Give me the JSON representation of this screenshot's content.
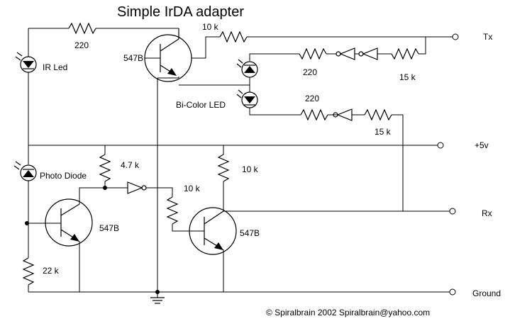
{
  "title": "Simple IrDA adapter",
  "labels": {
    "r_ir": "220",
    "r_tx_base": "10 k",
    "q1": "547B",
    "ir_led": "IR Led",
    "r_led_red": "220",
    "r_tx_in": "15 k",
    "bicolor_led": "Bi-Color LED",
    "r_led_green": "220",
    "r_rx_in": "15 k",
    "photo_diode": "Photo Diode",
    "r_pullup": "4.7 k",
    "r_q3_collector": "10 k",
    "r_q3_base": "10 k",
    "q2": "547B",
    "q3": "547B",
    "r_pd": "22 k"
  },
  "terminals": {
    "tx": "Tx",
    "vcc": "+5v",
    "rx": "Rx",
    "ground": "Ground"
  },
  "credit": "© Spiralbrain 2002 Spiralbrain@yahoo.com"
}
